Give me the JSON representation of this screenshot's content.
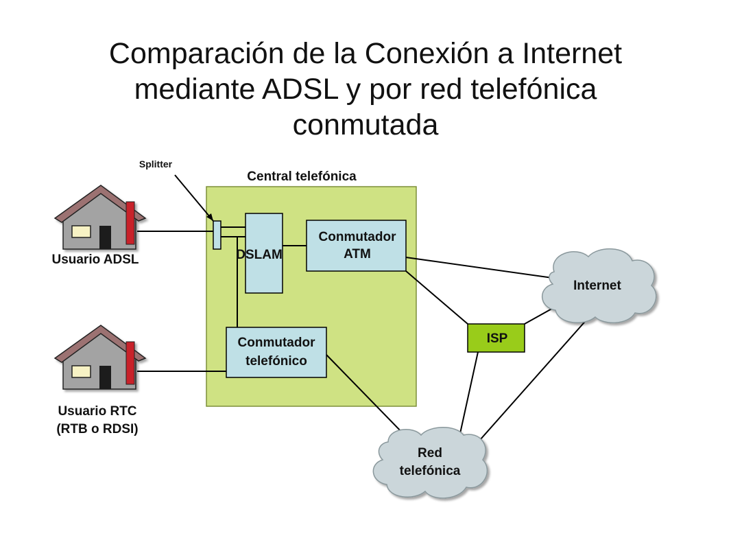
{
  "title": {
    "line1": "Comparación de la Conexión a Internet",
    "line2": "mediante ADSL y por red telefónica",
    "line3": "conmutada"
  },
  "labels": {
    "splitter": "Splitter",
    "central": "Central telefónica",
    "usuario_adsl": "Usuario ADSL",
    "usuario_rtc_1": "Usuario RTC",
    "usuario_rtc_2": "(RTB o RDSI)",
    "dslam": "DSLAM",
    "conmutador_atm_1": "Conmutador",
    "conmutador_atm_2": "ATM",
    "conmutador_tel_1": "Conmutador",
    "conmutador_tel_2": "telefónico",
    "isp": "ISP",
    "internet": "Internet",
    "red_tel_1": "Red",
    "red_tel_2": "telefónica"
  },
  "colors": {
    "central_fill": "#cfe283",
    "box_fill": "#bfe0e6",
    "isp_fill": "#99cc1a",
    "cloud_fill": "#cbd6da",
    "house_wall": "#a3a3a3",
    "house_roof": "#9c7272",
    "house_chimney": "#c8232c"
  }
}
